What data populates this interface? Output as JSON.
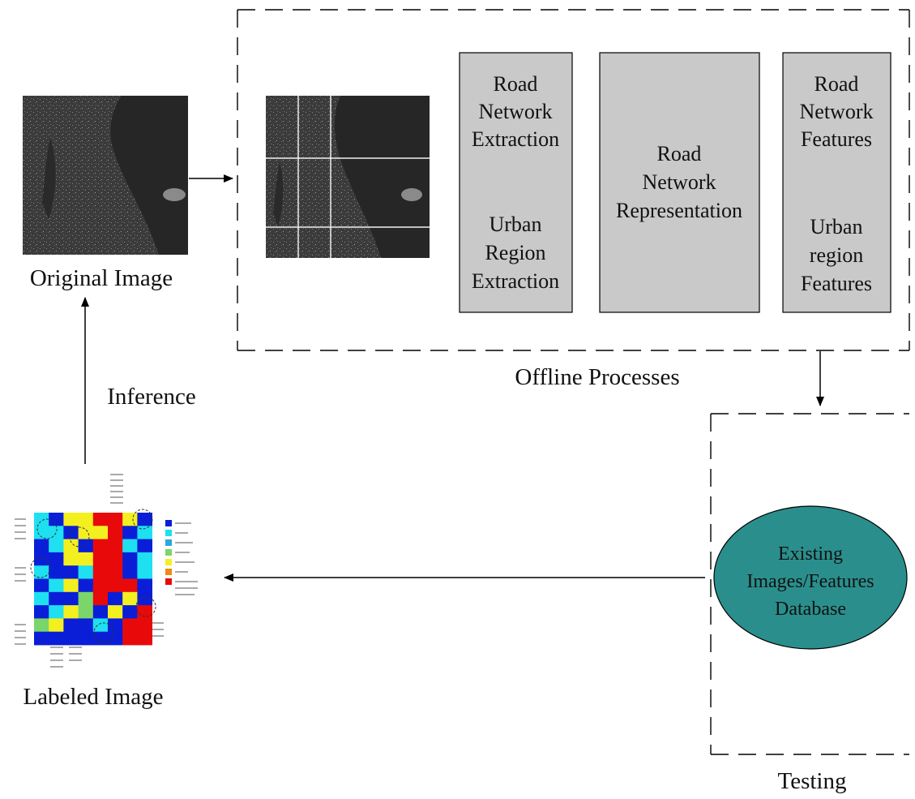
{
  "diagram": {
    "original_image_label": "Original Image",
    "labeled_image_label": "Labeled Image",
    "inference_label": "Inference",
    "offline_processes_label": "Offline Processes",
    "testing_label": "Testing",
    "extraction_box": {
      "road_lines": [
        "Road",
        "Network",
        "Extraction"
      ],
      "urban_lines": [
        "Urban",
        "Region",
        "Extraction"
      ]
    },
    "representation_box": {
      "lines": [
        "Road",
        "Network",
        "Representation"
      ]
    },
    "features_box": {
      "road_lines": [
        "Road",
        "Network",
        "Features"
      ],
      "urban_lines": [
        "Urban",
        "region",
        "Features"
      ]
    },
    "database": {
      "lines": [
        "Existing",
        "Images/Features",
        "Database"
      ]
    }
  },
  "colors": {
    "box_fill": "#c9c9c9",
    "database_fill": "#2a8f8c",
    "satellite_bg": "#3a3a3a",
    "water": "#2c2c2c",
    "grid_blue": "#0a1ed8",
    "grid_cyan": "#1ee0f0",
    "grid_yellow": "#f4f020",
    "grid_red": "#e80a0a",
    "grid_green": "#7ad66a"
  }
}
